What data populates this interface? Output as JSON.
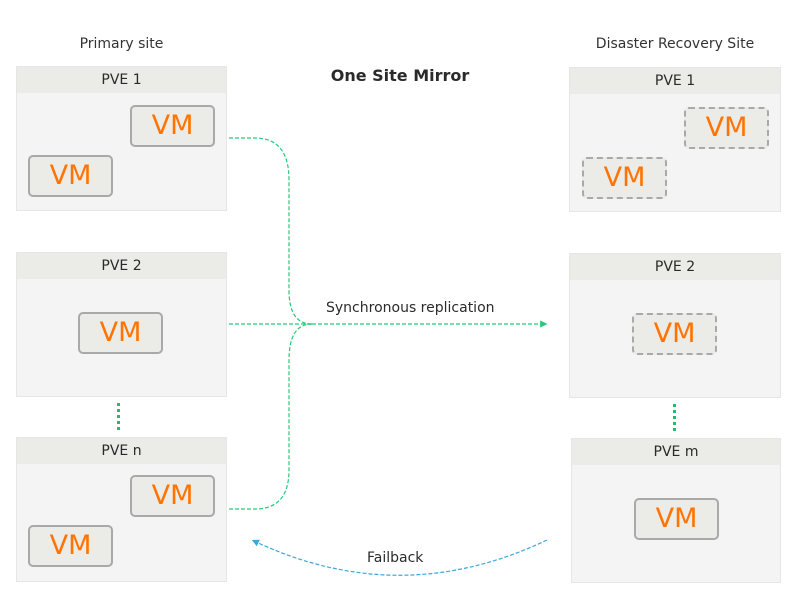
{
  "title": "One Site Mirror",
  "primary_site": {
    "label": "Primary site",
    "nodes": [
      {
        "name": "PVE 1",
        "vms": [
          "VM",
          "VM"
        ],
        "vm_state": "active"
      },
      {
        "name": "PVE 2",
        "vms": [
          "VM"
        ],
        "vm_state": "active"
      },
      {
        "name": "PVE n",
        "vms": [
          "VM",
          "VM"
        ],
        "vm_state": "active"
      }
    ]
  },
  "dr_site": {
    "label": "Disaster Recovery Site",
    "nodes": [
      {
        "name": "PVE 1",
        "vms": [
          "VM",
          "VM"
        ],
        "vm_state": "replica"
      },
      {
        "name": "PVE 2",
        "vms": [
          "VM"
        ],
        "vm_state": "replica"
      },
      {
        "name": "PVE m",
        "vms": [
          "VM"
        ],
        "vm_state": "active"
      }
    ]
  },
  "flows": {
    "replication": {
      "label": "Synchronous replication",
      "color": "#27c97a"
    },
    "failback": {
      "label": "Failback",
      "color": "#3aa8dc"
    }
  },
  "colors": {
    "vm_text": "#ff7300",
    "ellipsis": "#1dbf6e"
  }
}
